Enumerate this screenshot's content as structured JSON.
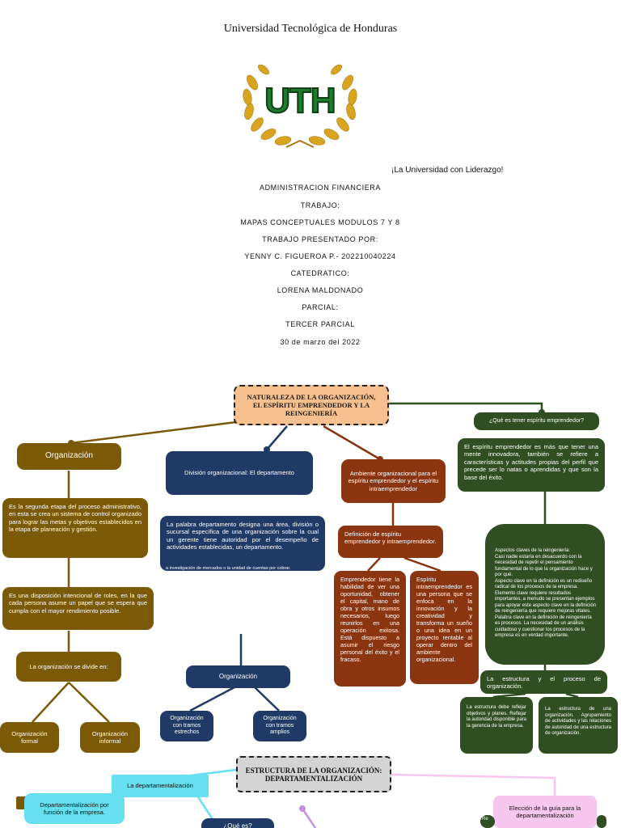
{
  "header": {
    "university": "Universidad Tecnológica de Honduras",
    "logo_text": "UTH",
    "slogan": "¡La Universidad con Liderazgo!"
  },
  "cover": {
    "lines": [
      "ADMINISTRACION FINANCIERA",
      "TRABAJO:",
      "MAPAS CONCEPTUALES MODULOS 7 Y 8",
      "TRABAJO PRESENTADO POR:",
      "YENNY C. FIGUEROA P.- 202210040224",
      "CATEDRATICO:",
      "LORENA MALDONADO",
      "PARCIAL:",
      "TERCER PARCIAL"
    ],
    "date": "30 de marzo del 2022"
  },
  "map1": {
    "title": "NATURALEZA DE LA ORGANIZACIÓN, EL ESPÍRITU EMPRENDEDOR Y LA REINGENIERÍA",
    "organizacion": {
      "label": "Organización",
      "def1": "Es la segunda etapa del proceso administrativo, en esta se crea un sistema de control organizado para lograr las metas y objetivos establecidos en la etapa de planeación y gestión.",
      "def2": "Es una disposición intencional de roles, en la que cada persona asume un papel que se espera que cumpla con el mayor rendimiento posible.",
      "divide": "La organización se divide en:",
      "formal": "Organización formal",
      "informal": "Organización informal"
    },
    "division": {
      "label": "División organizacional: El departamento",
      "def": "La palabra departamento designa una área, división o sucursal específica de una organización sobre la cual un gerente tiene autoridad por el desempeño de actividades establecidas, un departamento.",
      "note": "a investigación de mercados o la unidad de cuentas por cobrar.",
      "org": "Organización",
      "tramos_estrechos": "Organización con tramos estrechos",
      "tramos_amplios": "Organización con tramos amplios"
    },
    "ambiente": {
      "label": "Ambiente organizacional para el espíritu emprendedor y el espíritu intraemprendedor",
      "definicion": "Definición de espíritu emprendedor y intraemprendedor.",
      "emprendedor": "Emprendedor tiene la habilidad de ver una oportunidad, obtener el capital, mano de obra y otros insumos necesarios, luego reunirlos en una operación exitosa. Está dispuesto a asumir el riesgo personal del éxito y el fracaso.",
      "intra": "Espíritu intraemprendedor es una persona que se enfoca en la innovación y la creatividad y transforma un sueño o una idea en un proyecto rentable al operar dentro del ambiente organizacional."
    },
    "reingenieria": {
      "question": "¿Qué es tener espíritu emprendedor?",
      "answer": "El espíritu emprendedor es más que tener una mente innovadora, también se refiere a características y actitudes propias del perfil que precede ser lo natas o aprendidas y que son la base del éxito.",
      "aspects": "Aspectos claves de la reingeniería:\nCasi nadie estaría en desacuerdo con la necesidad de repetir el pensamiento fundamental de lo que la organización hace y por qué.\nAspecto clave en la definición es un rediseño radical de los procesos de la empresa.\nElemento clave requiere resultados importantes, a menudo se presentan ejemplos para apoyar este aspecto clave en la definición de reingeniería que requiere mejoras vitales.\nPalabra clave en la definición de reingeniería es procesos. La necesidad de un análisis cuidadoso y cuestionar los procesos de la empresa es en verdad importante.",
      "estructura": "La estructura y el proceso de organización.",
      "est_left": "La estructura debe reflejar objetivos y planes. Reflejar la autoridad disponible para la gerencia de la empresa.",
      "est_right": "La estructura de una organización. Agrupamiento de actividades y las relaciones de autoridad de una estructura de organización."
    }
  },
  "map2": {
    "title": "ESTRUCTURA DE LA ORGANIZACIÓN: DEPARTAMENTALIZACIÓN",
    "depto_label": "La departamentalización",
    "depto_func": "Departamentalización por función de la empresa.",
    "que_es": "¿Qué es?",
    "eleccion": "Elección de la guía para la departamentalización",
    "cut_right": "Re"
  },
  "colors": {
    "olive": "#7a5a06",
    "navy": "#1f3a66",
    "rust": "#8a3410",
    "forest": "#2f4e22",
    "title_fill": "#f7c08e",
    "cyan": "#66e0f0",
    "pink": "#f7c7ef",
    "logo_green": "#1e7a2c",
    "laurel": "#d9a520"
  }
}
